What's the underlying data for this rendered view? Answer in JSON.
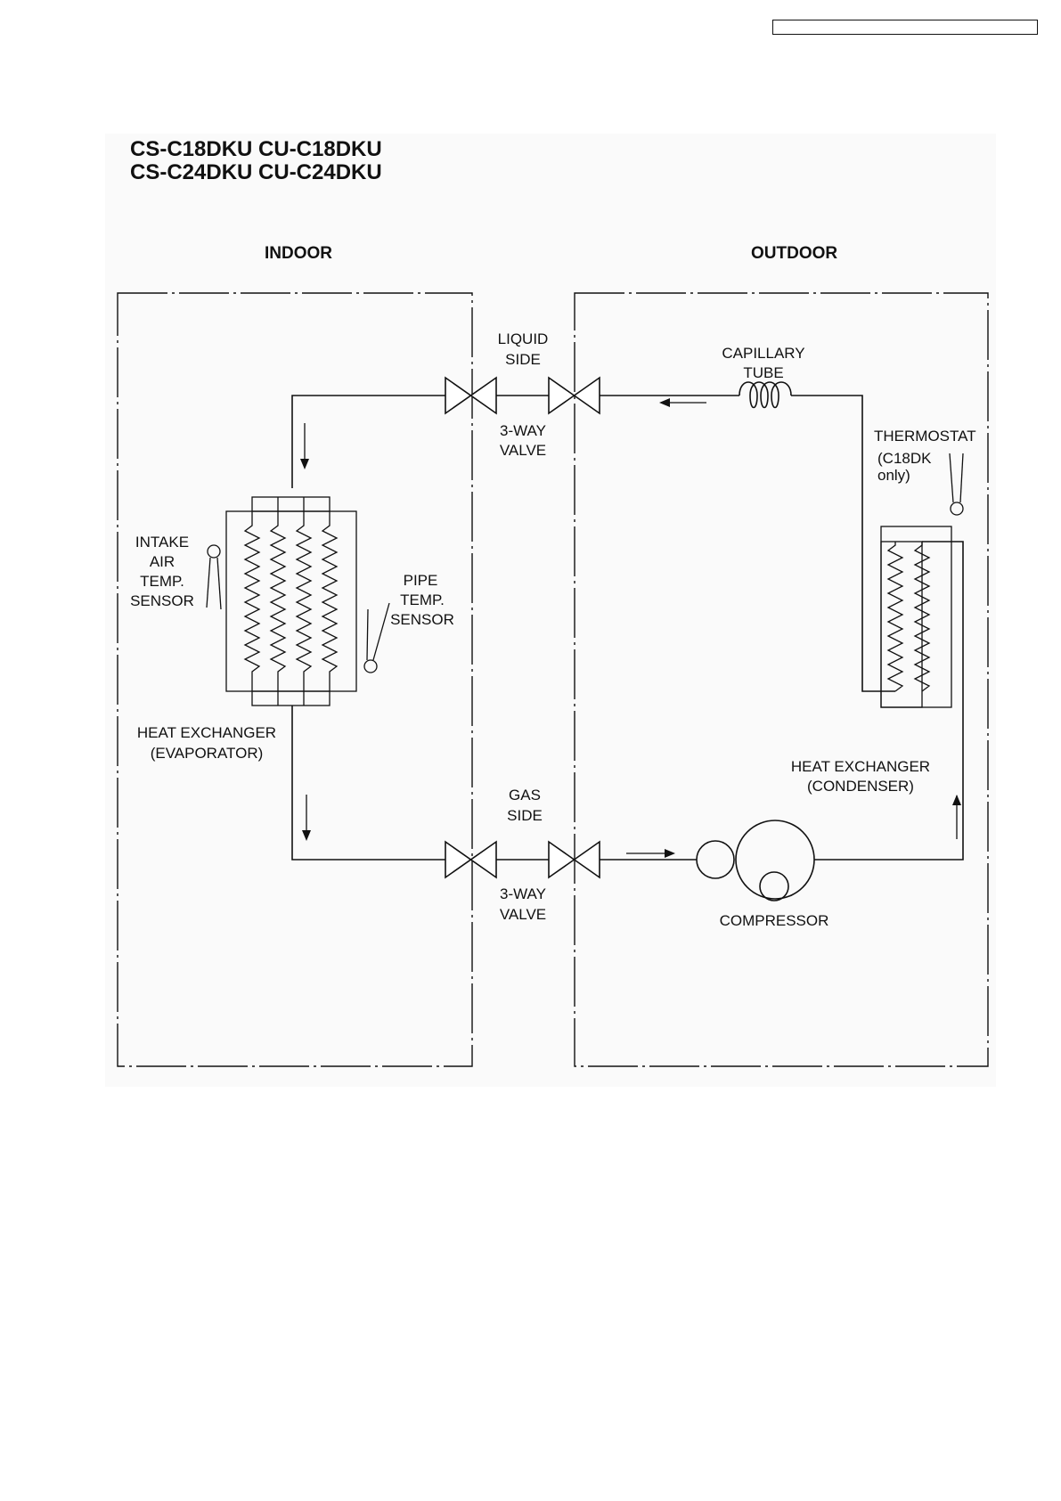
{
  "title_line1": "CS-C18DKU CU-C18DKU",
  "title_line2": "CS-C24DKU CU-C24DKU",
  "indoor_label": "INDOOR",
  "outdoor_label": "OUTDOOR",
  "liquid_side": [
    "LIQUID",
    "SIDE"
  ],
  "gas_side": [
    "GAS",
    "SIDE"
  ],
  "three_way_valve": [
    "3-WAY",
    "VALVE"
  ],
  "capillary_tube": [
    "CAPILLARY",
    "TUBE"
  ],
  "thermostat": [
    "THERMOSTAT",
    "(C18DK",
    "only)"
  ],
  "intake_sensor": [
    "INTAKE",
    "AIR",
    "TEMP.",
    "SENSOR"
  ],
  "pipe_sensor": [
    "PIPE",
    "TEMP.",
    "SENSOR"
  ],
  "evaporator": [
    "HEAT EXCHANGER",
    "(EVAPORATOR)"
  ],
  "condenser": [
    "HEAT EXCHANGER",
    "(CONDENSER)"
  ],
  "compressor": "COMPRESSOR"
}
